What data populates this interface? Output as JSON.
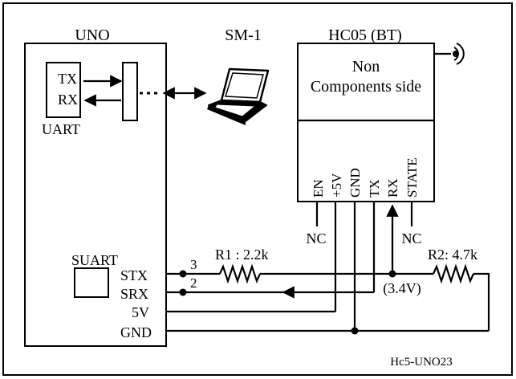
{
  "uno": {
    "title": "UNO",
    "uart_tx": "TX",
    "uart_rx": "RX",
    "uart_label": "UART",
    "suart_label": "SUART",
    "pins": {
      "stx": "STX",
      "srx": "SRX",
      "v5": "5V",
      "gnd": "GND"
    }
  },
  "pc": {
    "title": "SM-1"
  },
  "bt": {
    "title": "HC05 (BT)",
    "side_line1": "Non",
    "side_line2": "Components side",
    "pins": [
      "EN",
      "+5V",
      "GND",
      "TX",
      "RX",
      "STATE"
    ]
  },
  "labels": {
    "nc_en": "NC",
    "nc_state": "NC",
    "wire_stx": "3",
    "wire_srx": "2",
    "r1": "R1 : 2.2k",
    "r2": "R2: 4.7k",
    "voltage": "(3.4V)",
    "footer": "Hc5-UNO23"
  },
  "colors": {
    "line": "#000000",
    "background": "#ffffff"
  }
}
